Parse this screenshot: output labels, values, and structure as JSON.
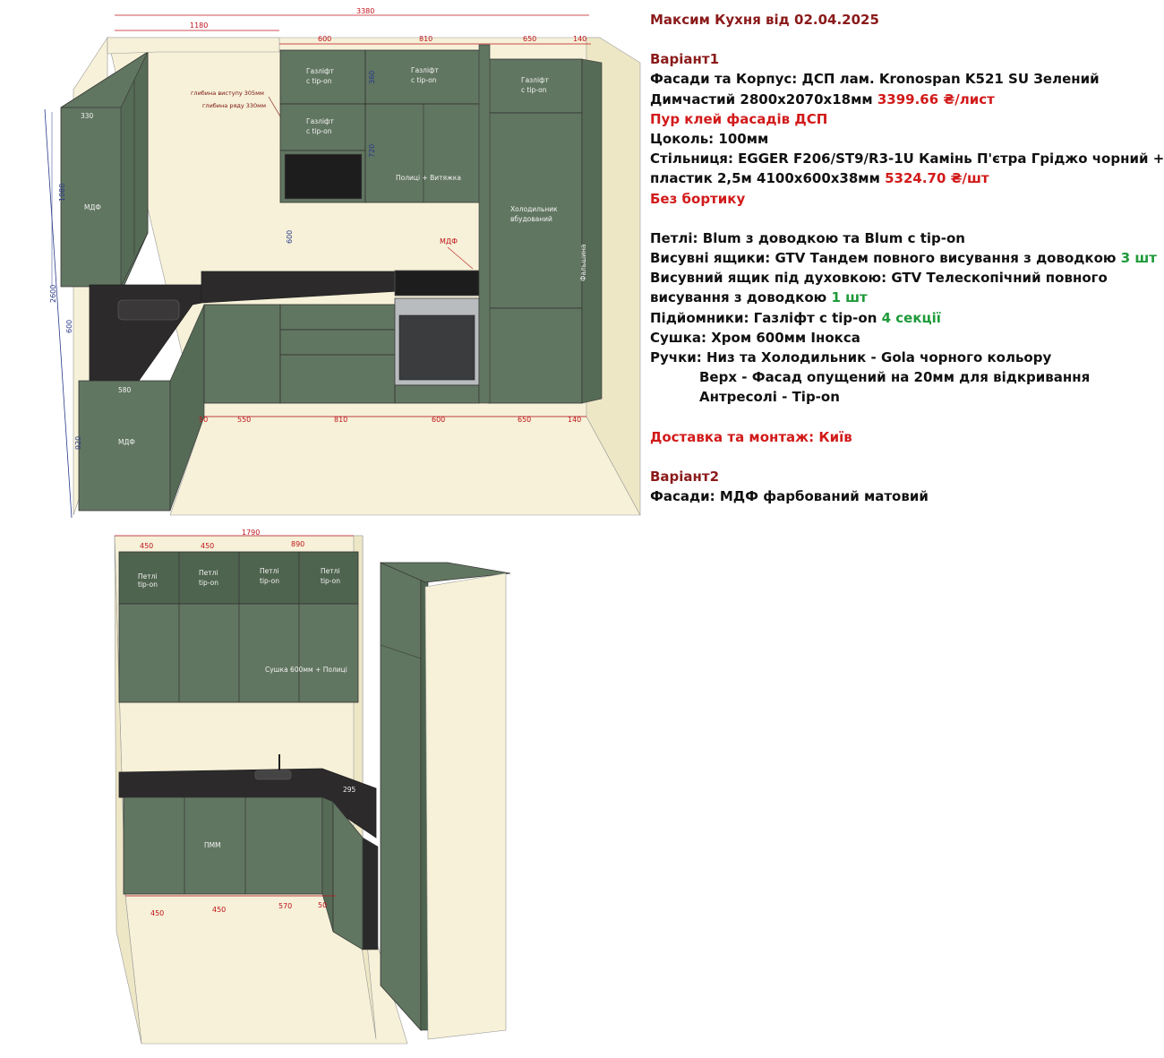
{
  "notes": {
    "title": "Максим Кухня від 02.04.2025",
    "v1_heading": "Варіант1",
    "v1_facades_1": "Фасади та Корпус: ДСП лам. Kronospan K521 SU Зелений",
    "v1_facades_2": "Димчастий 2800x2070x18мм",
    "v1_facades_price": "3399.66 ₴/лист",
    "v1_glue": "Пур клей фасадів ДСП",
    "v1_plinth": "Цоколь: 100мм",
    "v1_worktop_1": "Стільниця: EGGER F206/ST9/R3-1U Камінь П'єтра Гріджо чорний +",
    "v1_worktop_2": "пластик 2,5м 4100x600x38мм",
    "v1_worktop_price": "5324.70 ₴/шт",
    "v1_no_edge": "Без бортику",
    "hinges": "Петлі: Blum з доводкою та Blum с tip-on",
    "drawers_text": "Висувні ящики: GTV Тандем повного висування з доводкою",
    "drawers_qty": "3 шт",
    "oven_drawer_1": "Висувний ящик під духовкою: GTV Телескопічний повного",
    "oven_drawer_2": "висування з доводкою",
    "oven_drawer_qty": "1 шт",
    "lifts_text": "Підйомники: Газліфт с tip-on",
    "lifts_qty": "4 секції",
    "dryer": "Сушка: Хром 600мм Інокса",
    "handles_1": "Ручки: Низ та Холодильник - Gola чорного кольору",
    "handles_2": "Верх - Фасад опущений на 20мм для відкривання",
    "handles_3": "Антресолі - Tip-on",
    "delivery": "Доставка та монтаж: Київ",
    "v2_heading": "Варіант2",
    "v2_facades": "Фасади: МДФ фарбований матовий"
  },
  "view1": {
    "dim_total": "3380",
    "dim_left": "1180",
    "dim_top": [
      "600",
      "810",
      "650",
      "140"
    ],
    "dim_bottom": [
      "50",
      "550",
      "810",
      "600",
      "650",
      "140"
    ],
    "dim_v_total": "2600",
    "dim_v_upper": "1080",
    "dim_v_mid": "600",
    "dim_v_lower": "920",
    "dim_330": "330",
    "dim_580": "580",
    "dim_360": "360",
    "dim_720": "720",
    "dim_600_wall": "600",
    "depth_1": "глибина виступу 305мм",
    "depth_2": "глибина ряду 330мм",
    "gaslift": "Газліфт",
    "tipon": "с tip-on",
    "shelves_hood": "Полиці + Витяжка",
    "fridge_1": "Холодильник",
    "fridge_2": "вбудований",
    "false_panel": "Фальшина",
    "mdf": "МДФ"
  },
  "view2": {
    "dim_total": "1790",
    "dim_top": [
      "450",
      "450",
      "890"
    ],
    "dim_bottom": [
      "450",
      "450",
      "570",
      "50"
    ],
    "dim_295": "295",
    "hinges_1": "Петлі",
    "hinges_2": "tip-on",
    "dryer": "Сушка 600мм + Полиці",
    "dishwasher": "ПММ"
  },
  "colors": {
    "cabinet": "#617661",
    "cabinet_dark": "#4f644f",
    "wall": "#f6f1d8",
    "worktop": "#2c2a2b",
    "dim_red": "#c0141c",
    "dim_blue": "#2a3a8a"
  }
}
